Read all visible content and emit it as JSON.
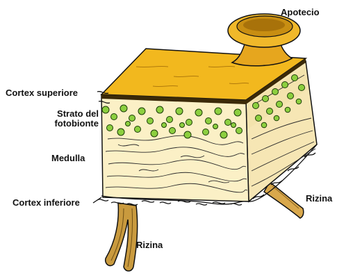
{
  "labels": {
    "apotecio": "Apotecio",
    "cortex_superiore": "Cortex superiore",
    "strato_line1": "Strato del",
    "strato_line2": "fotobionte",
    "medulla": "Medulla",
    "cortex_inferiore": "Cortex inferiore",
    "rizina_right": "Rizina",
    "rizina_bottom": "Rizina"
  },
  "colors": {
    "upper_cortex": "#f2b81e",
    "apothecium": "#f0b82a",
    "medulla": "#fbf0c6",
    "algae": "#8ccf3f",
    "rhizine": "#d9a84c",
    "outline": "#111111"
  }
}
